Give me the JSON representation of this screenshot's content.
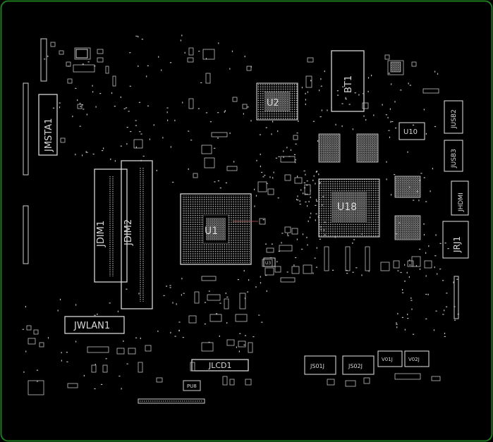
{
  "board": {
    "outline_color": "#1f7a1f",
    "background": "#000000",
    "silk_color": "#e6e6e6",
    "pad_color": "#cfcfcf"
  },
  "labels": {
    "jmsta1": "JMSTA1",
    "jdim1": "JDIM1",
    "jdim2": "JDIM2",
    "jwlan1": "JWLAN1",
    "jlcd1": "JLCD1",
    "bt1": "BT1",
    "u10": "U10",
    "u18": "U18",
    "u1": "U1",
    "u2": "U2",
    "jusb2": "JUSB2",
    "jusb3": "JUSB3",
    "jhdmi": "JHDMI",
    "jrj1": "JRJ1",
    "js1": "JS01J",
    "js2": "JS02J",
    "v01": "V01J",
    "v02": "V02J",
    "pu8": "PU8",
    "u3": "U3"
  }
}
